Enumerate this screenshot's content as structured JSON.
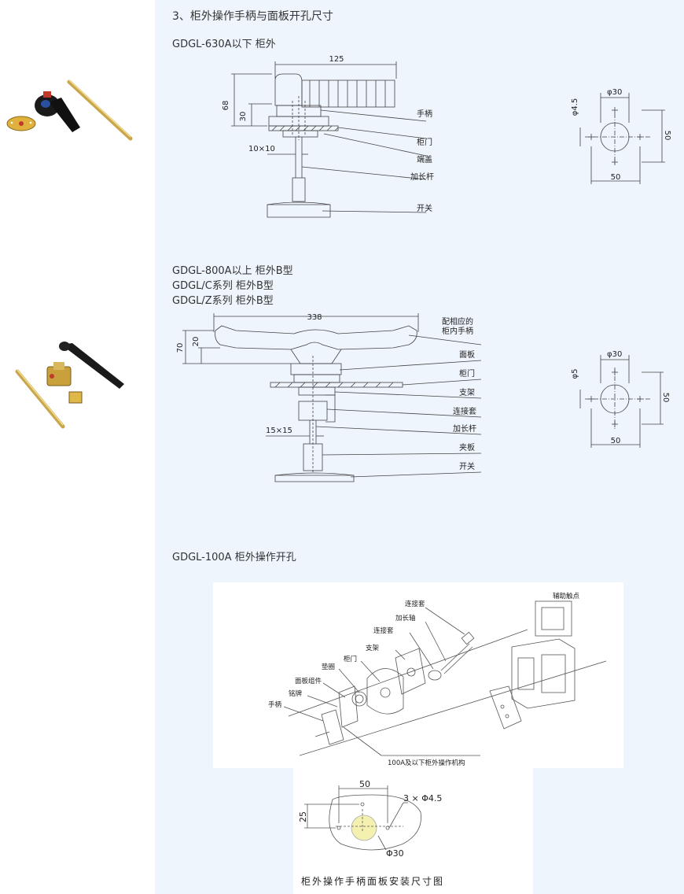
{
  "section_title": "3、柜外操作手柄与面板开孔尺寸",
  "sec1": {
    "heading": "GDGL-630A以下 柜外",
    "dims": {
      "width": "125",
      "h68": "68",
      "h30": "30",
      "shaft": "10×10"
    },
    "labels": {
      "handle": "手柄",
      "door": "柜门",
      "end_cover": "端盖",
      "ext_rod": "加长杆",
      "switch": "开关"
    },
    "hole": {
      "d": "φ30",
      "small": "φ4.5",
      "h": "50",
      "w": "50"
    }
  },
  "sec2": {
    "heading_lines": [
      "GDGL-800A以上 柜外B型",
      "GDGL/C系列 柜外B型",
      "GDGL/Z系列 柜外B型"
    ],
    "dims": {
      "width": "338",
      "h70": "70",
      "h20": "20",
      "shaft": "15×15"
    },
    "labels": {
      "handle_match": "配相应的",
      "handle_match2": "柜内手柄",
      "panel": "面板",
      "door": "柜门",
      "bracket": "支架",
      "coupling": "连接套",
      "ext_rod": "加长杆",
      "clamp": "夹板",
      "switch": "开关"
    },
    "hole": {
      "d": "φ30",
      "small": "φ5",
      "h": "50",
      "w": "50"
    }
  },
  "sec3": {
    "heading": "GDGL-100A 柜外操作开孔",
    "exploded_labels": {
      "aux": "辅助触点",
      "coupling1": "连接套",
      "ext_shaft": "加长轴",
      "coupling2": "连接套",
      "bracket": "支架",
      "door": "柜门",
      "washer": "垫圈",
      "panel_asm": "面板组件",
      "nameplate": "铭牌",
      "handle": "手柄"
    },
    "exploded_caption": "100A及以下柜外操作机构",
    "panel_dims": {
      "w50": "50",
      "h25": "25",
      "holes": "3 × Φ4.5",
      "d30": "Φ30"
    },
    "panel_caption": "柜外操作手柄面板安装尺寸图"
  },
  "colors": {
    "panel_bg": "#eef5fd",
    "line": "#444444",
    "handle_red": "#c0392b",
    "handle_black": "#1a1a1a",
    "rod_gold": "#d9b85c"
  }
}
